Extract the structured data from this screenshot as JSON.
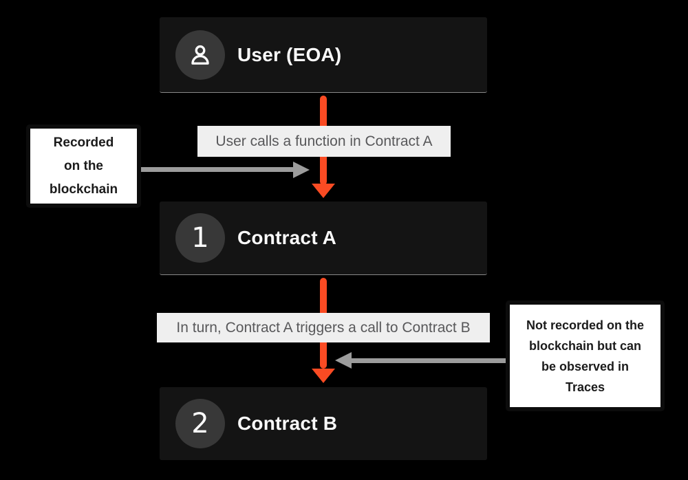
{
  "colors": {
    "background": "#000000",
    "node_bg": "#141414",
    "node_circle": "#383838",
    "node_text": "#fafafa",
    "arrow_orange": "#fa4b23",
    "arrow_gray": "#9c9c9c",
    "label_bg": "#efefef",
    "label_text": "#58585a",
    "note_bg": "#ffffff",
    "note_border": "#0c0c0c",
    "note_text": "#1b1b1b"
  },
  "nodes": {
    "user": {
      "icon": "user-icon",
      "title": "User (EOA)"
    },
    "contract_a": {
      "badge": "1",
      "title": "Contract A"
    },
    "contract_b": {
      "badge": "2",
      "title": "Contract B"
    }
  },
  "edge_labels": {
    "call_1": "User calls a function in Contract A",
    "call_2": "In turn, Contract A triggers a call to Contract B"
  },
  "notes": {
    "recorded": {
      "lines": [
        "Recorded",
        "on the",
        "blockchain"
      ]
    },
    "not_recorded": {
      "lines": [
        "Not recorded on the",
        "blockchain but can",
        "be observed in",
        "Traces"
      ]
    }
  }
}
